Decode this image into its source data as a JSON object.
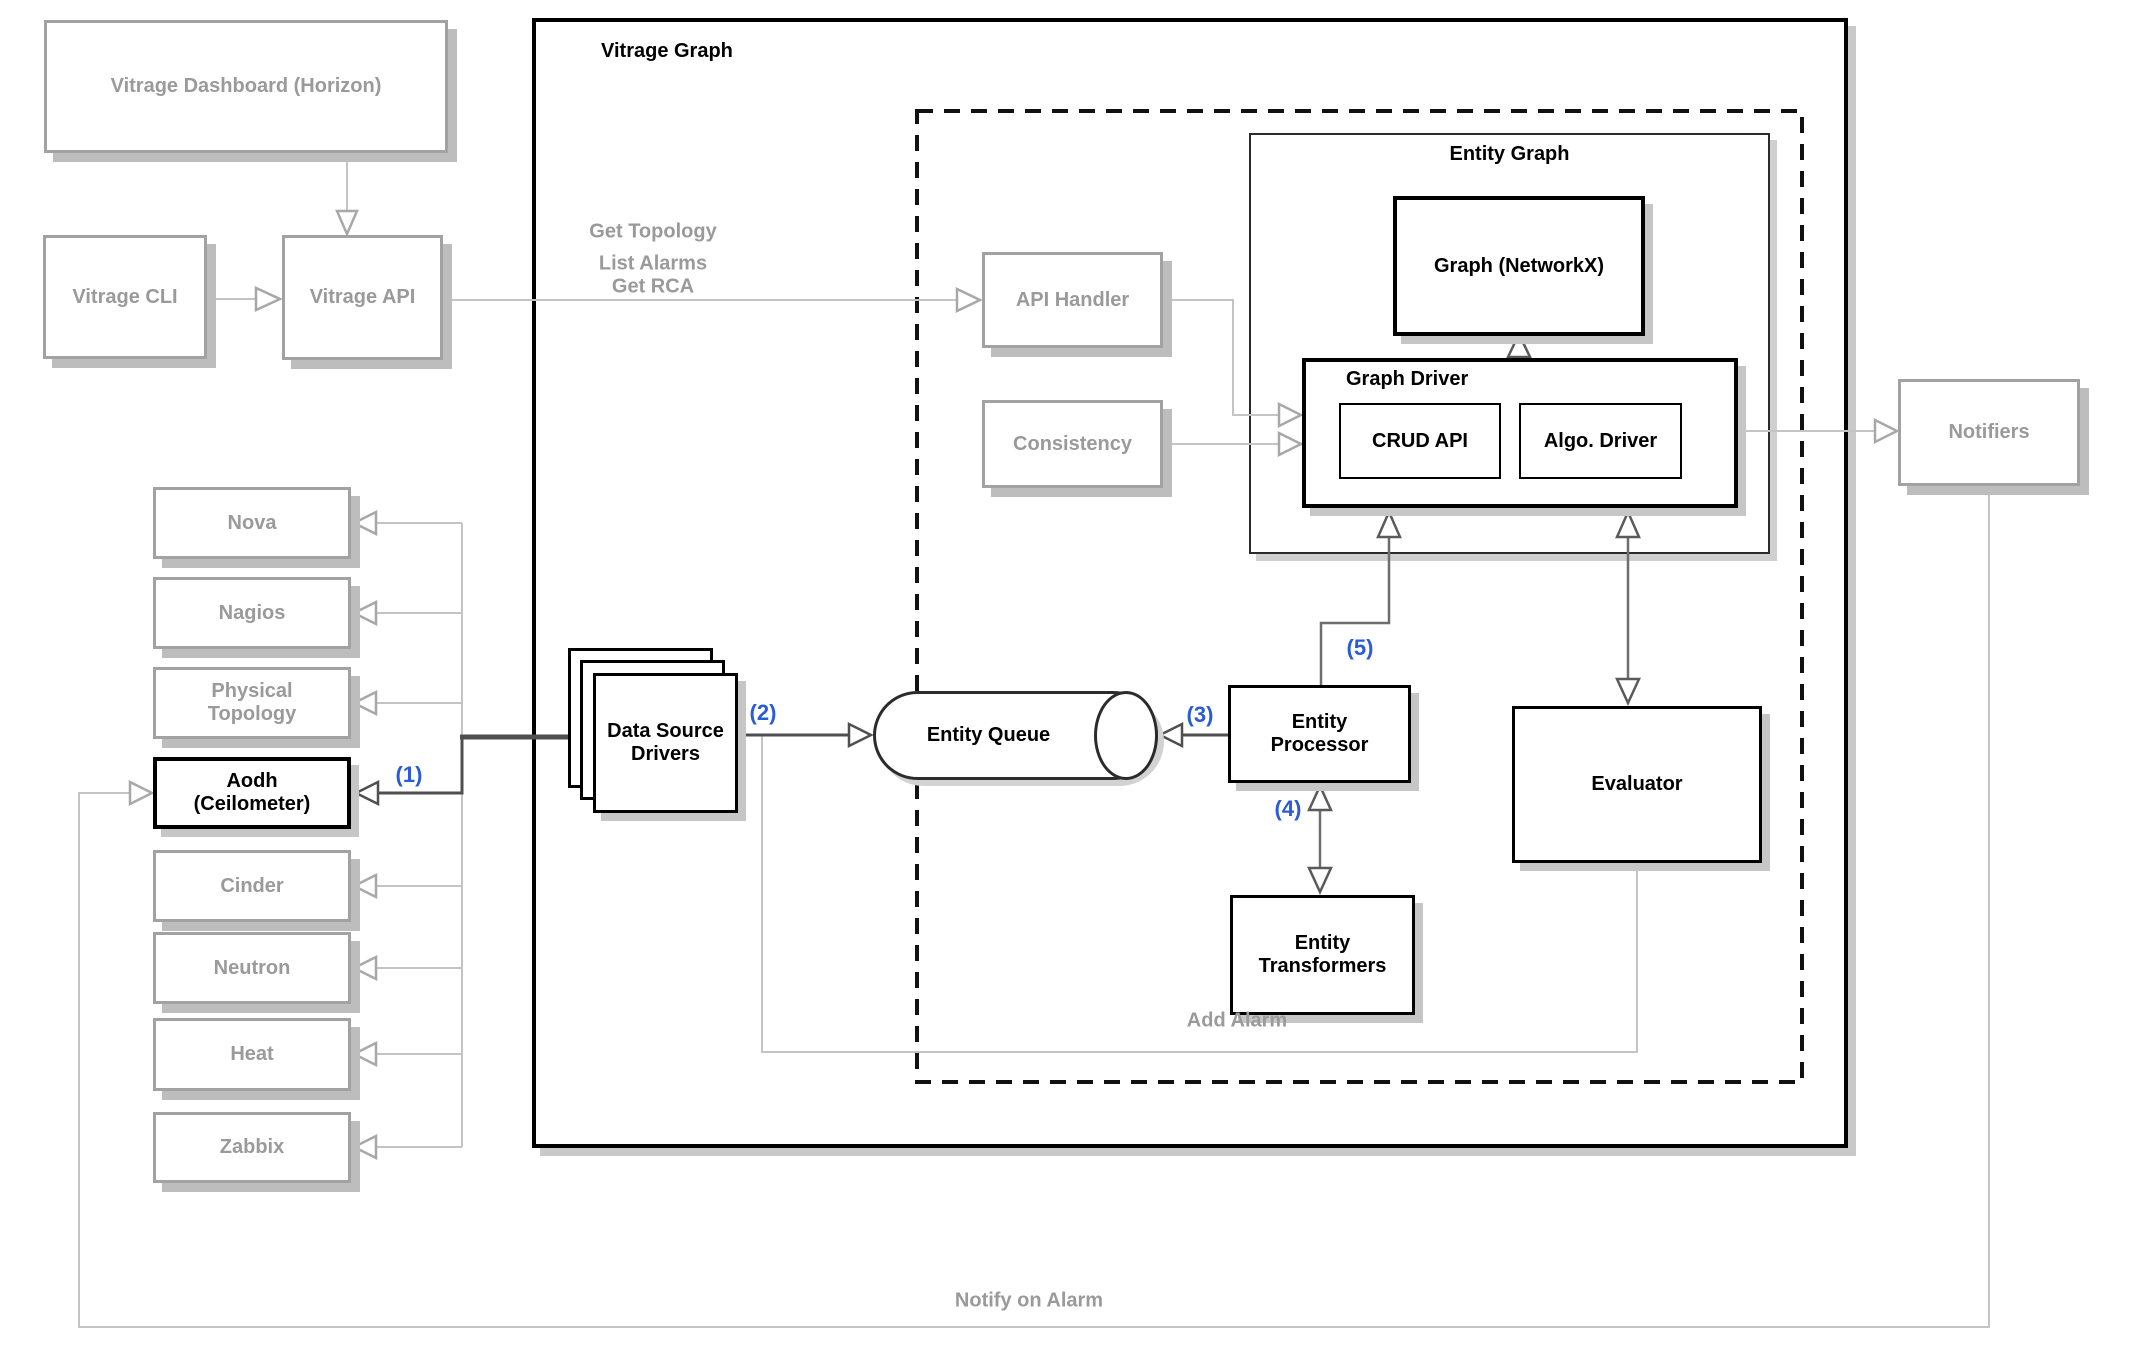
{
  "colors": {
    "accent_blue": "#2a5cd6",
    "muted_gray": "#9a9a9a",
    "line_light": "#c6c6c6",
    "line_dark": "#4f4f4f",
    "border_black": "#000000"
  },
  "containers": {
    "vitrage_graph": {
      "title": "Vitrage Graph"
    },
    "entity_graph": {
      "title": "Entity Graph"
    },
    "graph_driver": {
      "title": "Graph Driver"
    }
  },
  "boxes": {
    "dashboard": {
      "label": "Vitrage Dashboard (Horizon)"
    },
    "cli": {
      "label": "Vitrage CLI"
    },
    "api": {
      "label": "Vitrage API"
    },
    "api_handler": {
      "label": "API Handler"
    },
    "consistency": {
      "label": "Consistency"
    },
    "notifiers": {
      "label": "Notifiers"
    },
    "graph_networkx": {
      "label": "Graph (NetworkX)"
    },
    "crud_api": {
      "label": "CRUD API"
    },
    "algo_driver": {
      "label": "Algo. Driver"
    },
    "data_source_drivers": {
      "label": "Data Source Drivers"
    },
    "entity_queue": {
      "label": "Entity Queue"
    },
    "entity_processor": {
      "label": "Entity Processor"
    },
    "entity_transformers": {
      "label": "Entity Transformers"
    },
    "evaluator": {
      "label": "Evaluator"
    }
  },
  "sources": [
    "Nova",
    "Nagios",
    "Physical Topology",
    "Aodh (Ceilometer)",
    "Cinder",
    "Neutron",
    "Heat",
    "Zabbix"
  ],
  "flow_labels": {
    "get_topology": "Get Topology",
    "list_alarms": "List Alarms",
    "get_rca": "Get RCA",
    "add_alarm": "Add Alarm",
    "notify_on_alarm": "Notify on Alarm"
  },
  "steps": {
    "s1": "(1)",
    "s2": "(2)",
    "s3": "(3)",
    "s4": "(4)",
    "s5": "(5)"
  }
}
